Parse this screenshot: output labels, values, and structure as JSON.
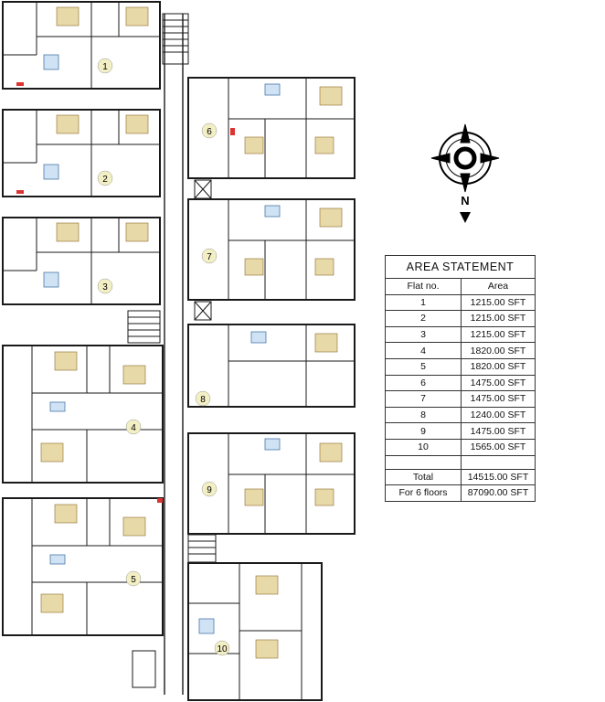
{
  "plan": {
    "flat_labels": [
      "1",
      "2",
      "3",
      "4",
      "5",
      "6",
      "7",
      "8",
      "9",
      "10"
    ]
  },
  "compass": {
    "north_label": "N"
  },
  "area_statement": {
    "title": "AREA STATEMENT",
    "col_flat": "Flat no.",
    "col_area": "Area",
    "rows": [
      {
        "flat": "1",
        "area": "1215.00 SFT"
      },
      {
        "flat": "2",
        "area": "1215.00 SFT"
      },
      {
        "flat": "3",
        "area": "1215.00 SFT"
      },
      {
        "flat": "4",
        "area": "1820.00 SFT"
      },
      {
        "flat": "5",
        "area": "1820.00 SFT"
      },
      {
        "flat": "6",
        "area": "1475.00 SFT"
      },
      {
        "flat": "7",
        "area": "1475.00 SFT"
      },
      {
        "flat": "8",
        "area": "1240.00 SFT"
      },
      {
        "flat": "9",
        "area": "1475.00 SFT"
      },
      {
        "flat": "10",
        "area": "1565.00 SFT"
      }
    ],
    "total_label": "Total",
    "total_value": "14515.00 SFT",
    "floors_label": "For 6 floors",
    "floors_value": "87090.00 SFT"
  }
}
